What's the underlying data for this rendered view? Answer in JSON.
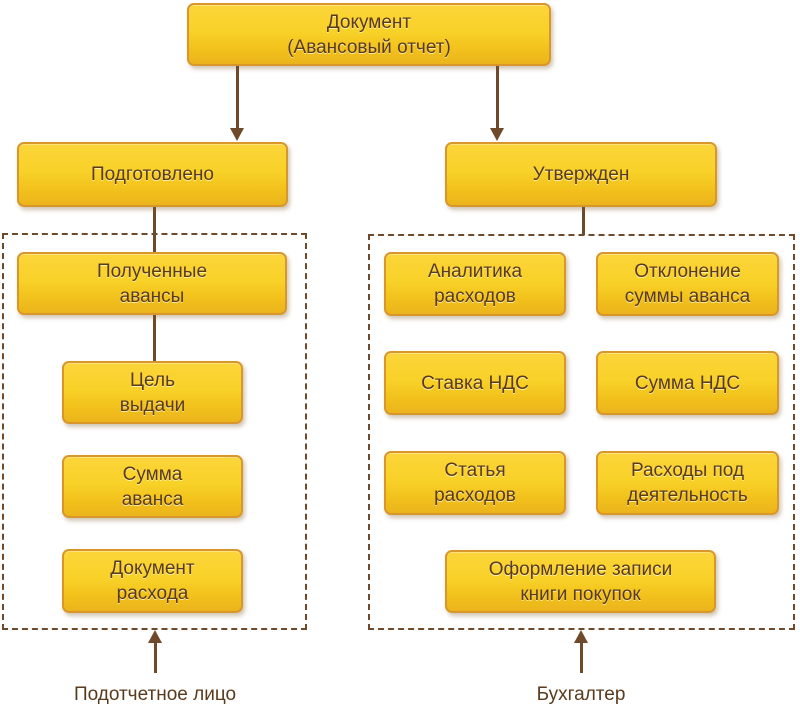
{
  "root": {
    "lines": [
      "Документ",
      "(Авансовый отчет)"
    ]
  },
  "statuses": {
    "prepared": {
      "label": "Подготовлено"
    },
    "approved": {
      "label": "Утвержден"
    }
  },
  "prepared_group": {
    "items": [
      {
        "lines": [
          "Полученные",
          "авансы"
        ]
      },
      {
        "lines": [
          "Цель",
          "выдачи"
        ]
      },
      {
        "lines": [
          "Сумма",
          "аванса"
        ]
      },
      {
        "lines": [
          "Документ",
          "расхода"
        ]
      }
    ],
    "actor": "Подотчетное лицо"
  },
  "approved_group": {
    "items": [
      {
        "lines": [
          "Аналитика",
          "расходов"
        ]
      },
      {
        "lines": [
          "Отклонение",
          "суммы аванса"
        ]
      },
      {
        "lines": [
          "Ставка НДС"
        ]
      },
      {
        "lines": [
          "Сумма НДС"
        ]
      },
      {
        "lines": [
          "Статья",
          "расходов"
        ]
      },
      {
        "lines": [
          "Расходы под",
          "деятельность"
        ]
      },
      {
        "lines": [
          "Оформление записи",
          "книги покупок"
        ]
      }
    ],
    "actor": "Бухгалтер"
  },
  "colors": {
    "box_fill": "#f8d228",
    "box_border": "#d9962a",
    "connector": "#6e4a2b",
    "text": "#5a3a1c"
  }
}
